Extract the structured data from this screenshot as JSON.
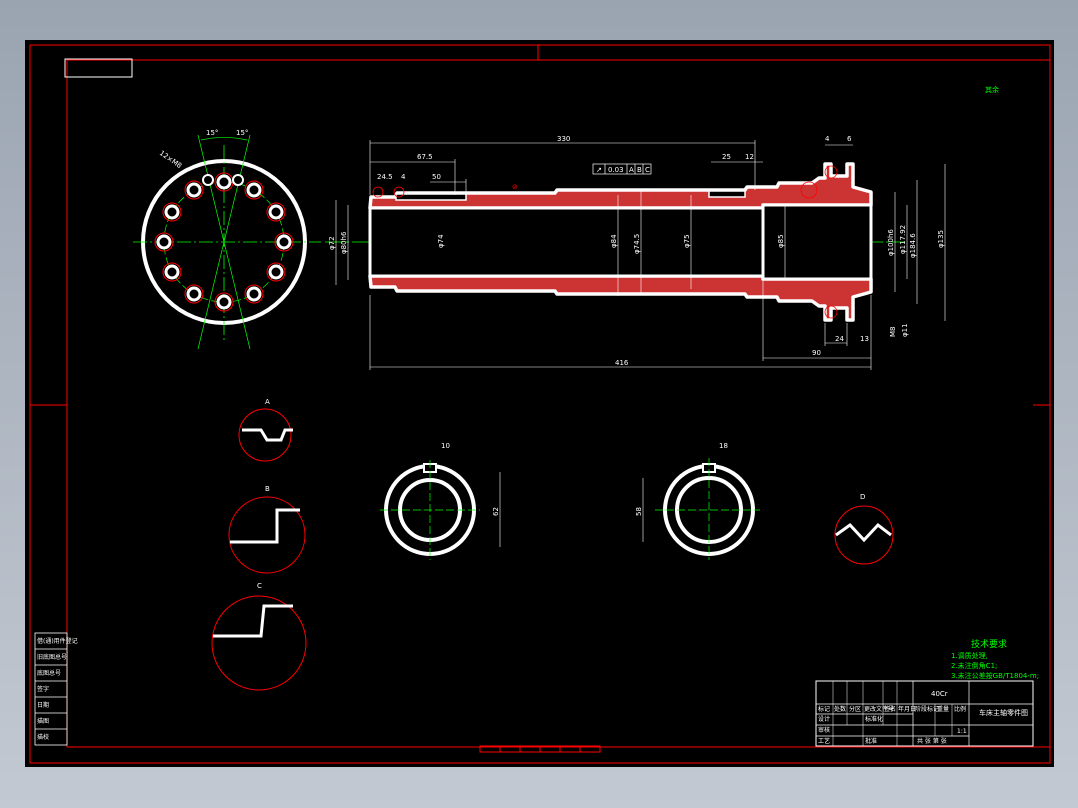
{
  "drawing": {
    "shaft": {
      "dims_top": [
        "330",
        "67.5",
        "24.5",
        "4",
        "50",
        "25",
        "12",
        "4",
        "6"
      ],
      "dims_bottom": [
        "416",
        "90",
        "24",
        "13"
      ],
      "dia_left": [
        "φ72",
        "φ80h6"
      ],
      "dia_mid": [
        "φ74",
        "φ84",
        "φ74.5",
        "φ75",
        "φ85"
      ],
      "dia_right": [
        "φ100h6",
        "φ117.92",
        "φ184.6",
        "φ135"
      ],
      "bottom_right_values": [
        "M8",
        "φ11"
      ],
      "tolerance_frame": [
        "↗",
        "0.03",
        "A",
        "B",
        "C"
      ]
    },
    "flange_labels": {
      "angle_left": "15°",
      "angle_right": "15°",
      "hole_label": "12×M8"
    },
    "sections": {
      "keyway_left_label": "10",
      "keyway_right_label": "18",
      "left_section_dim": "62",
      "right_section_dim": "58"
    },
    "detail_labels": [
      "A",
      "B",
      "C",
      "D"
    ],
    "roughness_top_right": "其余"
  },
  "tech_req": {
    "title": "技术要求",
    "lines": [
      "1.调质处理,",
      "2.未注倒角C1;",
      "3.未注公差按GB/T1804-m;"
    ]
  },
  "title_block": {
    "material": "40Cr",
    "drawing_name": "车床主轴零件图",
    "scale": "1:1",
    "header_row": [
      "标记",
      "处数",
      "分区",
      "更改文件号",
      "签名",
      "年月日"
    ],
    "rows": [
      "设计",
      "审核",
      "工艺"
    ],
    "other_labels": [
      "标准化",
      "批准",
      "阶段标记",
      "重量",
      "比例",
      "共 张 第 张"
    ]
  },
  "left_strip": [
    "借(通)用件登记",
    "旧底图总号",
    "底图总号",
    "签字",
    "日期",
    "描图",
    "描校"
  ]
}
